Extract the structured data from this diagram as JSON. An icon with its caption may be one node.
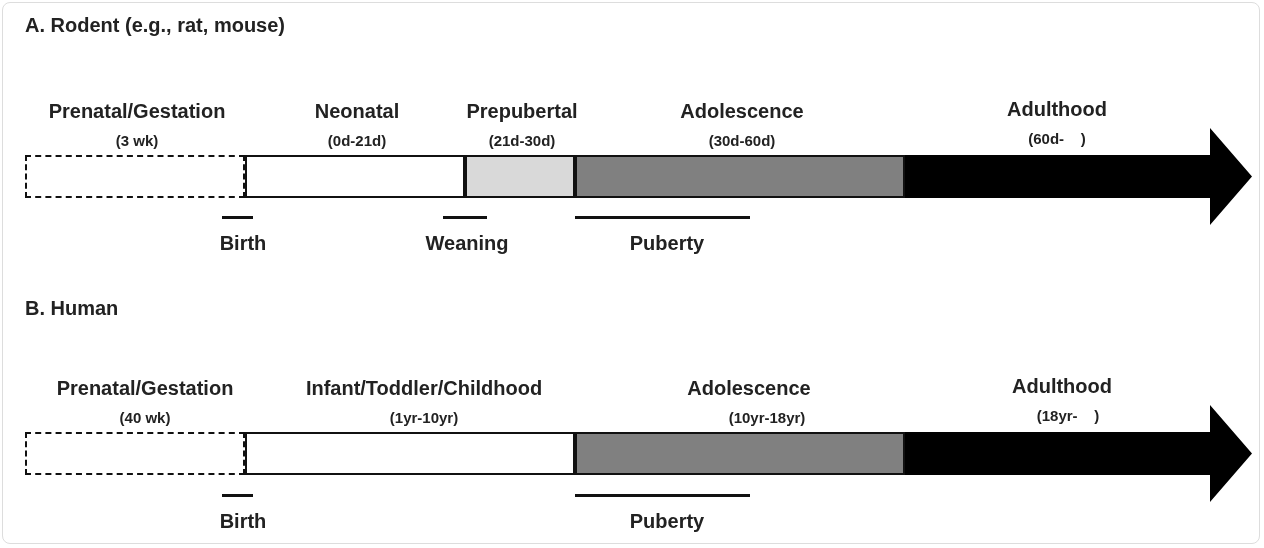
{
  "diagram": {
    "nodes": [
      {
        "text": [
          "Prenatal/Gestation",
          "(3 wk)"
        ]
      },
      {
        "text": [
          "Neonatal",
          "(0d-21d)"
        ]
      },
      {
        "text": [
          "Prepubertal",
          "(21d-30d)"
        ]
      },
      {
        "text": [
          "Adolescence",
          "(30d-60d)"
        ]
      },
      {
        "text": [
          "Adulthood",
          "(60d-    )"
        ]
      },
      {
        "text": [
          "Prenatal/Gestation",
          "(40 wk)"
        ]
      },
      {
        "text": [
          "Infant/Toddler/Childhood",
          "(1yr-10yr)"
        ]
      },
      {
        "text": [
          "Adolescence",
          "(10yr-18yr)"
        ]
      },
      {
        "text": [
          "Adulthood",
          "(18yr-    )"
        ]
      }
    ],
    "labels": [
      "A. Rodent (e.g., rat, mouse)",
      "Birth",
      "Weaning",
      "Puberty",
      "B. Human",
      "Birth",
      "Puberty"
    ]
  }
}
